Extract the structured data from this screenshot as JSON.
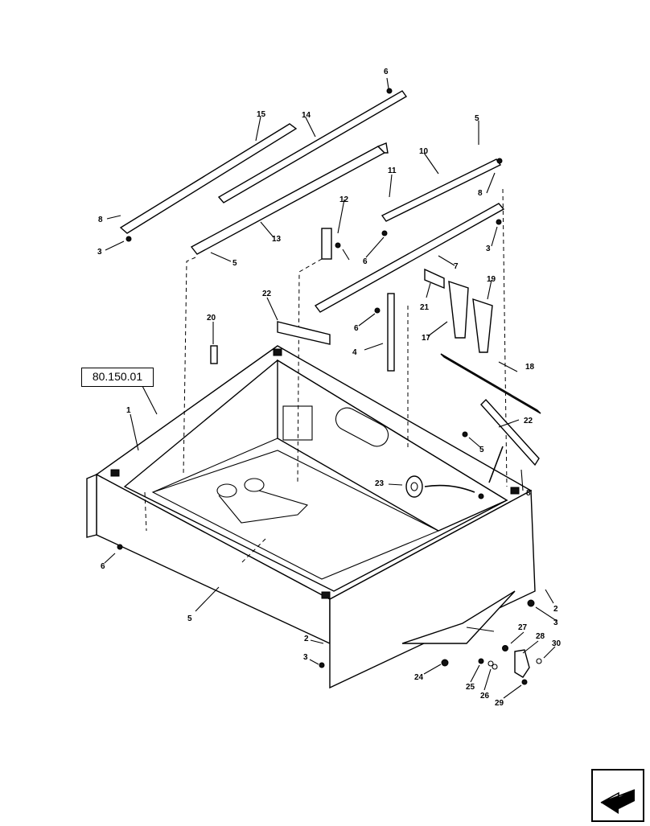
{
  "reference_label": "80.150.01",
  "callouts": [
    {
      "id": "c6a",
      "text": "6"
    },
    {
      "id": "c15",
      "text": "15"
    },
    {
      "id": "c14",
      "text": "14"
    },
    {
      "id": "c5a",
      "text": "5"
    },
    {
      "id": "c10",
      "text": "10"
    },
    {
      "id": "c11",
      "text": "11"
    },
    {
      "id": "c8a",
      "text": "8"
    },
    {
      "id": "c8b",
      "text": "8"
    },
    {
      "id": "c12",
      "text": "12"
    },
    {
      "id": "c3a",
      "text": "3"
    },
    {
      "id": "c13",
      "text": "13"
    },
    {
      "id": "c5b",
      "text": "5"
    },
    {
      "id": "c6b",
      "text": "6"
    },
    {
      "id": "c3b",
      "text": "3"
    },
    {
      "id": "c7",
      "text": "7"
    },
    {
      "id": "c19",
      "text": "19"
    },
    {
      "id": "c22a",
      "text": "22"
    },
    {
      "id": "c21",
      "text": "21"
    },
    {
      "id": "c20",
      "text": "20"
    },
    {
      "id": "c6c",
      "text": "6"
    },
    {
      "id": "c17",
      "text": "17"
    },
    {
      "id": "c4",
      "text": "4"
    },
    {
      "id": "c18",
      "text": "18"
    },
    {
      "id": "c1",
      "text": "1"
    },
    {
      "id": "c22b",
      "text": "22"
    },
    {
      "id": "c5c",
      "text": "5"
    },
    {
      "id": "c23",
      "text": "23"
    },
    {
      "id": "c8c",
      "text": "8"
    },
    {
      "id": "c6d",
      "text": "6"
    },
    {
      "id": "c5d",
      "text": "5"
    },
    {
      "id": "c2a",
      "text": "2"
    },
    {
      "id": "c3c",
      "text": "3"
    },
    {
      "id": "c27",
      "text": "27"
    },
    {
      "id": "c28",
      "text": "28"
    },
    {
      "id": "c30",
      "text": "30"
    },
    {
      "id": "c2b",
      "text": "2"
    },
    {
      "id": "c3d",
      "text": "3"
    },
    {
      "id": "c24",
      "text": "24"
    },
    {
      "id": "c25",
      "text": "25"
    },
    {
      "id": "c26",
      "text": "26"
    },
    {
      "id": "c29",
      "text": "29"
    }
  ]
}
